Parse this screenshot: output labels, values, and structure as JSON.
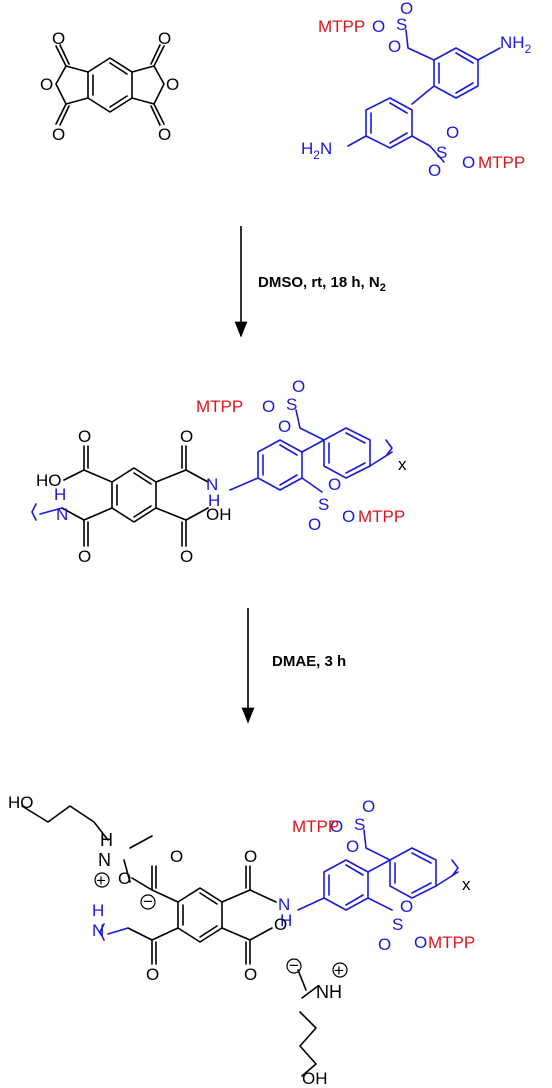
{
  "colors": {
    "backbone": "#000000",
    "diamine": "#1a1adb",
    "mtpp": "#e0141e"
  },
  "labels": {
    "atom_o": "O",
    "mtpp": "MTPP",
    "sulfur": "S",
    "amine": "NH",
    "amine_sub": "2",
    "amine_left_h": "H",
    "amine_left_sub": "2",
    "amine_left_n": "N",
    "amide_n": "N",
    "amide_h": "H",
    "hydroxyl_acid_left": "HO",
    "hydroxyl_acid_right": "OH",
    "hydroxyl": "HO",
    "hydroxyl_end": "OH",
    "ammonium_n": "N",
    "ammonium_h": "H",
    "ammonium_nh": "NH",
    "subscript_x": "x",
    "plus": "+",
    "minus": "−"
  },
  "steps": [
    {
      "conditions_main": "DMSO, rt, 18 h, N",
      "conditions_sub": "2"
    },
    {
      "conditions_main": "DMAE, 3 h"
    }
  ]
}
